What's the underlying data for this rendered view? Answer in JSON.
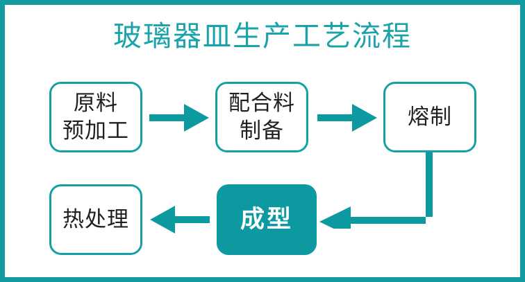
{
  "document": {
    "title": "玻璃器皿生产工艺流程",
    "accent_color": "#14A0A4",
    "fill_color": "#0C9AA0",
    "frame_color": "#139BA2",
    "text_color": "#231f20"
  },
  "flowchart": {
    "type": "process-flow",
    "nodes": [
      {
        "id": "raw-material",
        "lines": [
          "原料",
          "预加工"
        ],
        "style": "outline",
        "order": 1
      },
      {
        "id": "batch-prep",
        "lines": [
          "配合料",
          "制备"
        ],
        "style": "outline",
        "order": 2
      },
      {
        "id": "melting",
        "lines": [
          "熔制"
        ],
        "style": "outline",
        "order": 3
      },
      {
        "id": "forming",
        "lines": [
          "成型"
        ],
        "style": "filled-highlight",
        "order": 4
      },
      {
        "id": "heat-treatment",
        "lines": [
          "热处理"
        ],
        "style": "outline",
        "order": 5
      }
    ],
    "connectors": [
      {
        "id": "arrow-1",
        "from": "raw-material",
        "to": "batch-prep",
        "direction": "right",
        "shape": "straight"
      },
      {
        "id": "arrow-2",
        "from": "batch-prep",
        "to": "melting",
        "direction": "right",
        "shape": "straight"
      },
      {
        "id": "arrow-elbow",
        "from": "melting",
        "to": "forming",
        "direction": "left",
        "shape": "elbow-down-left"
      },
      {
        "id": "arrow-3",
        "from": "forming",
        "to": "heat-treatment",
        "direction": "left",
        "shape": "straight"
      }
    ]
  }
}
